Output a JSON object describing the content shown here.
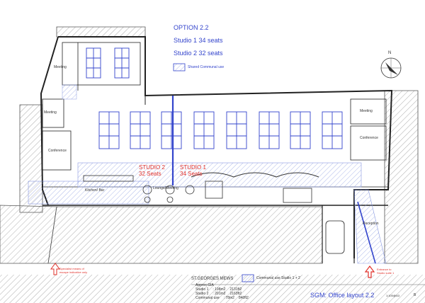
{
  "header": {
    "option": "OPTION  2.2",
    "studio1_seats": "Studio  1  34  seats",
    "studio2_seats": "Studio  2  32  seats",
    "legend_shared": "Shared Communal use"
  },
  "north_label": "N",
  "rooms": {
    "meeting_top": "Meeting",
    "meeting_left": "Meeting",
    "meeting_right": "Meeting",
    "conference_left": "Conference",
    "conference_right": "Conference",
    "kitchen_bar": "Kitchen/ Bar",
    "lounge_meeting": "Lounge/Meeting",
    "reception": "Reception",
    "studio2_name": "STUDIO  2",
    "studio2_seats": "32  Seats",
    "studio1_name": "STUDIO  1",
    "studio1_seats": "34  Seats"
  },
  "site": {
    "street": "ST.GEORGES  MEWS",
    "legend_communal": "Communal use Studio 1 + 2",
    "note_left": "Specialist means of escape indicative only",
    "note_right": "Entrance to Studio suite 1"
  },
  "gia": {
    "heading": "Approx GIA",
    "rows": [
      {
        "label": "Studio  1",
        "value": ": 198m2",
        "sqft": "2131ft2"
      },
      {
        "label": "Studio  2",
        "value": ": 201m2",
        "sqft": "2163ft2"
      },
      {
        "label": "Communal use",
        "value": ": 78m2",
        "sqft": "840ft2"
      }
    ]
  },
  "title_block": {
    "title": "SGM: Office  layout  2.2",
    "scale": "1:100@A3",
    "rev": "B"
  },
  "colors": {
    "accent": "#3344cc",
    "hatch": "#8a9ae0",
    "studio_label": "#e0302a",
    "line": "#333333"
  }
}
